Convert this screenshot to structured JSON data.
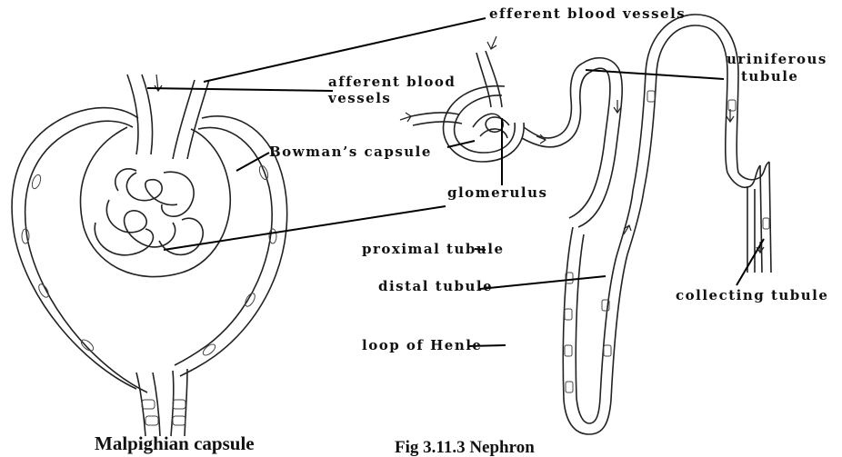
{
  "labels": {
    "efferent": "efferent blood vessels",
    "afferent_1": "afferent blood",
    "afferent_2": "vessels",
    "uriniferous_1": "uriniferous",
    "uriniferous_2": "tubule",
    "bowman": "Bowman’s capsule",
    "glomerulus": "glomerulus",
    "proximal": "proximal tubule",
    "distal": "distal tubule",
    "collecting": "collecting tubule",
    "henle": "loop of Henle"
  },
  "captions": {
    "left": "Malpighian capsule",
    "right": "Fig 3.11.3 Nephron"
  }
}
